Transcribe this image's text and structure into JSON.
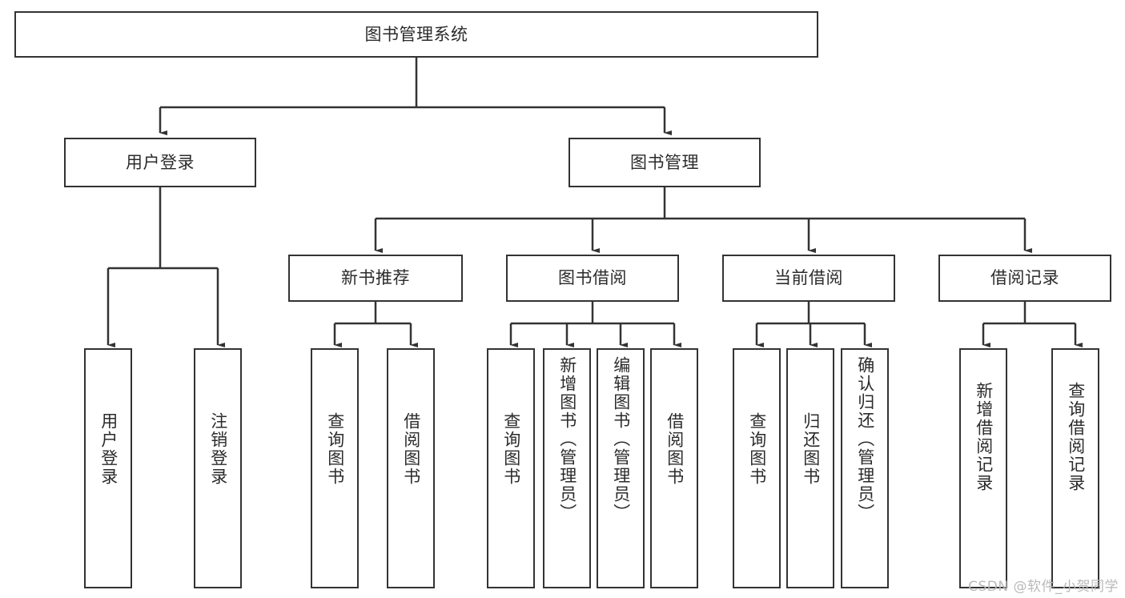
{
  "diagram": {
    "title": "图书管理系统",
    "type": "tree-hierarchy-diagram",
    "colors": {
      "box_border": "#333333",
      "box_fill": "#ffffff",
      "connector": "#333333",
      "text": "#2b2b2b",
      "watermark": "#b9b9b9",
      "background": "#ffffff"
    },
    "root": {
      "label": "图书管理系统"
    },
    "level2": [
      {
        "label": "用户登录"
      },
      {
        "label": "图书管理"
      }
    ],
    "level3": [
      {
        "label": "新书推荐"
      },
      {
        "label": "图书借阅"
      },
      {
        "label": "当前借阅"
      },
      {
        "label": "借阅记录"
      }
    ],
    "leaves": {
      "user_login": [
        {
          "label": "用户登录"
        },
        {
          "label": "注销登录"
        }
      ],
      "new_book_recommend": [
        {
          "label": "查询图书"
        },
        {
          "label": "借阅图书"
        }
      ],
      "book_borrow": [
        {
          "label": "查询图书"
        },
        {
          "label": "新增图书（管理员）"
        },
        {
          "label": "编辑图书（管理员）"
        },
        {
          "label": "借阅图书"
        }
      ],
      "current_borrow": [
        {
          "label": "查询图书"
        },
        {
          "label": "归还图书"
        },
        {
          "label": "确认归还（管理员）"
        }
      ],
      "borrow_records": [
        {
          "label": "新增借阅记录"
        },
        {
          "label": "查询借阅记录"
        }
      ]
    }
  },
  "watermark": {
    "text": "CSDN @软件_小贺同学"
  }
}
